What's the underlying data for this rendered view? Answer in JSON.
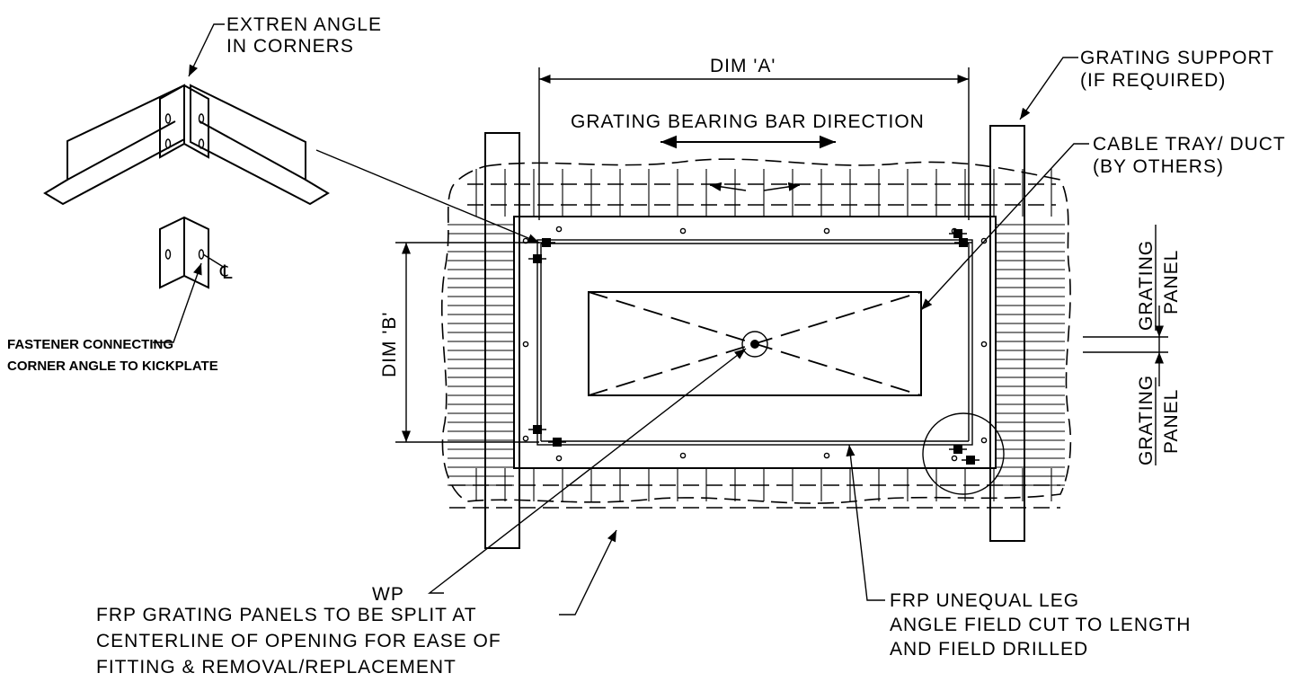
{
  "labels": {
    "extren_angle_1": "EXTREN ANGLE",
    "extren_angle_2": "IN CORNERS",
    "dim_a": "DIM 'A'",
    "dim_b": "DIM 'B'",
    "bearing_bar": "GRATING BEARING BAR DIRECTION",
    "support_1": "GRATING SUPPORT",
    "support_2": "(IF REQUIRED)",
    "cable_1": "CABLE TRAY/ DUCT",
    "cable_2": "(BY OTHERS)",
    "panel_top_1": "GRATING",
    "panel_top_2": "PANEL",
    "panel_bot_1": "GRATING",
    "panel_bot_2": "PANEL",
    "fastener_1": "FASTENER CONNECTING",
    "fastener_2": "CORNER ANGLE TO KICKPLATE",
    "centerline_mark": "℄",
    "wp": "WP",
    "split_1": "FRP GRATING PANELS TO BE SPLIT AT",
    "split_2": "CENTERLINE OF OPENING FOR EASE OF",
    "split_3": "FITTING & REMOVAL/REPLACEMENT",
    "unequal_1": "FRP UNEQUAL LEG",
    "unequal_2": "ANGLE FIELD CUT TO LENGTH",
    "unequal_3": "AND FIELD DRILLED"
  }
}
